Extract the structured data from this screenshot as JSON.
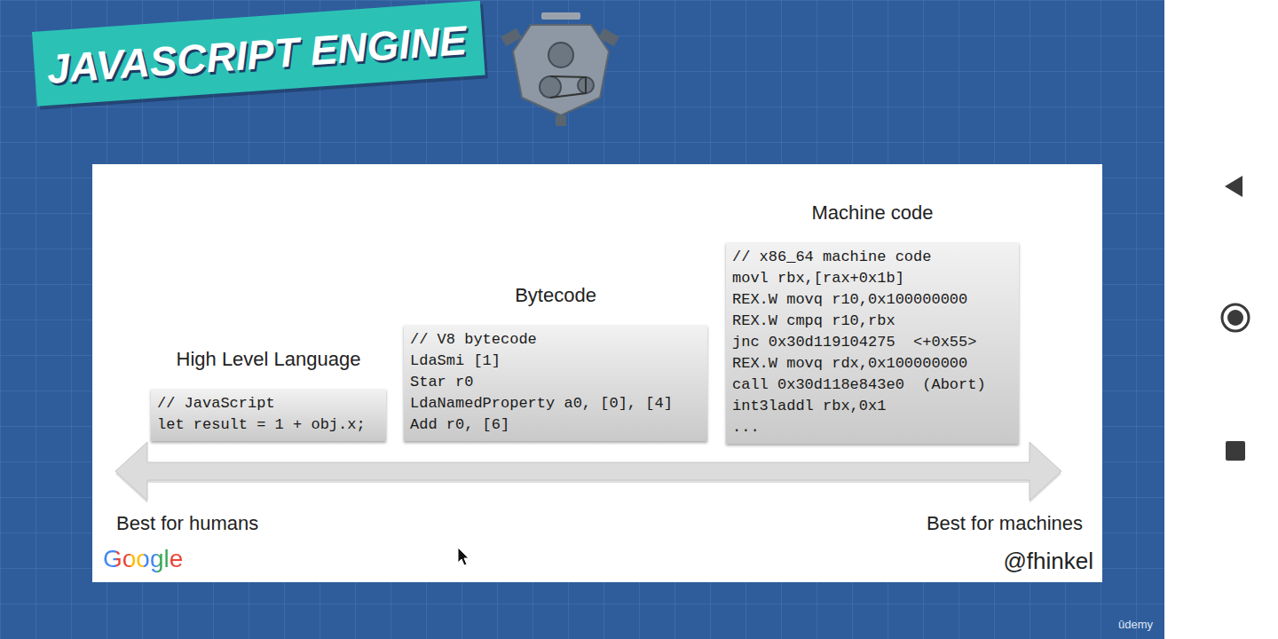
{
  "diagram": {
    "title": "JAVASCRIPT ENGINE",
    "nodes": [
      {
        "text": [
          "High Level Language",
          "// JavaScript",
          "let result = 1 + obj.x;"
        ]
      },
      {
        "text": [
          "Bytecode",
          "// V8 bytecode",
          "LdaSmi [1]",
          "Star r0",
          "LdaNamedProperty a0, [0], [4]",
          "Add r0, [6]"
        ]
      },
      {
        "text": [
          "Machine code",
          "// x86_64 machine code",
          "movl rbx,[rax+0x1b]",
          "REX.W movq r10,0x100000000",
          "REX.W cmpq r10,rbx",
          "jnc 0x30d119104275  <+0x55>",
          "REX.W movq rdx,0x100000000",
          "call 0x30d118e843e0  (Abort)",
          "int3laddl rbx,0x1",
          "..."
        ]
      }
    ],
    "labels": [
      "Best for humans",
      "Best for machines",
      "Google",
      "@fhinkel",
      "ûdemy"
    ]
  }
}
